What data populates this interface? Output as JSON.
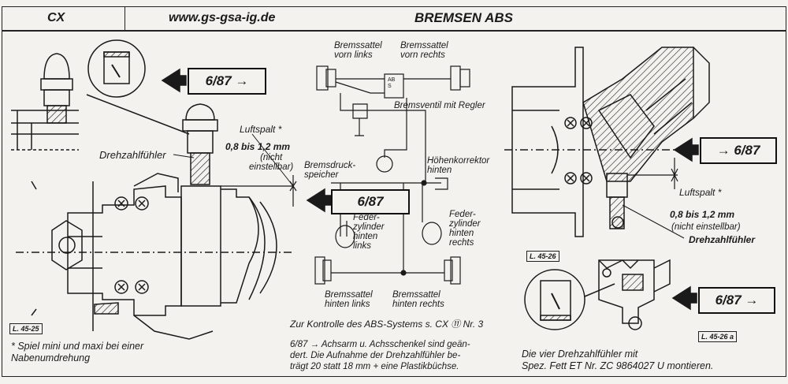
{
  "header": {
    "model": "CX",
    "website": "www.gs-gsa-ig.de",
    "title": "BREMSEN ABS"
  },
  "left_panel": {
    "ref_box": "6/87 →",
    "luftspalt_label": "Luftspalt *",
    "gap_value": "0,8 bis 1,2 mm",
    "gap_note": "(nicht\neinstellbar)",
    "sensor_label": "Drehzahlfühler",
    "figure_tag": "L. 45-25",
    "footnote": "* Spiel mini und maxi bei einer\n  Nabenumdrehung"
  },
  "middle_panel": {
    "bremssattel_vorn_links": "Bremssattel\nvorn links",
    "bremssattel_vorn_rechts": "Bremssattel\nvorn rechts",
    "abs_block": "ABS",
    "bremsventil": "Bremsventil mit Regler",
    "bremsdruckspeicher": "Bremsdruck-\nspeicher",
    "hoehenkorrektor": "Höhenkorrektor\nhinten",
    "ref_box": "6/87",
    "federzylinder_links": "Feder-\nzylinder\nhinten\nlinks",
    "federzylinder_rechts": "Feder-\nzylinder\nhinten\nrechts",
    "bremssattel_hinten_links": "Bremssattel\nhinten links",
    "bremssattel_hinten_rechts": "Bremssattel\nhinten rechts",
    "kontrolle": "Zur Kontrolle des ABS-Systems s. CX ⑪  Nr. 3",
    "note": "6/87 → Achsarm u. Achsschenkel sind geän-\ndert. Die Aufnahme der Drehzahlfühler be-\nträgt 20 statt 18 mm + eine Plastikbüchse."
  },
  "right_panel": {
    "ref_box_upper": "→ 6/87",
    "luftspalt_label": "Luftspalt *",
    "gap_value": "0,8 bis 1,2 mm",
    "gap_note": "(nicht einstellbar)",
    "sensor_label": "Drehzahlfühler",
    "figure_tag_upper": "L. 45-26",
    "ref_box_lower": "6/87 →",
    "figure_tag_lower": "L. 45-26 a",
    "note": "Die vier Drehzahlfühler mit\nSpez. Fett ET Nr. ZC 9864027 U montieren."
  }
}
